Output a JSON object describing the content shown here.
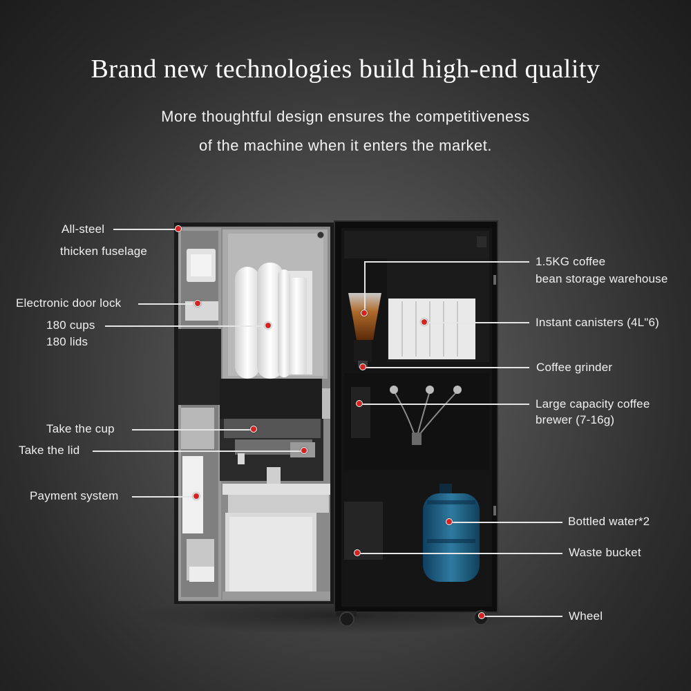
{
  "header": {
    "title": "Brand new technologies build high-end quality",
    "subtitle_line1": "More thoughtful design ensures the competitiveness",
    "subtitle_line2": "of the machine when it enters the market."
  },
  "callouts_left": {
    "all_steel_1": "All-steel",
    "all_steel_2": "thicken fuselage",
    "door_lock": "Electronic door lock",
    "cups_1": "180 cups",
    "cups_2": "180 lids",
    "take_cup": "Take the cup",
    "take_lid": "Take the lid",
    "payment": "Payment system"
  },
  "callouts_right": {
    "bean_1": "1.5KG coffee",
    "bean_2": "bean storage warehouse",
    "canisters": "Instant canisters (4L\"6)",
    "grinder": "Coffee grinder",
    "brewer_1": "Large capacity coffee",
    "brewer_2": "brewer (7-16g)",
    "water": "Bottled water*2",
    "waste": "Waste bucket",
    "wheel": "Wheel"
  },
  "colors": {
    "marker": "#d42323",
    "leader_line": "#e6e6e6"
  }
}
